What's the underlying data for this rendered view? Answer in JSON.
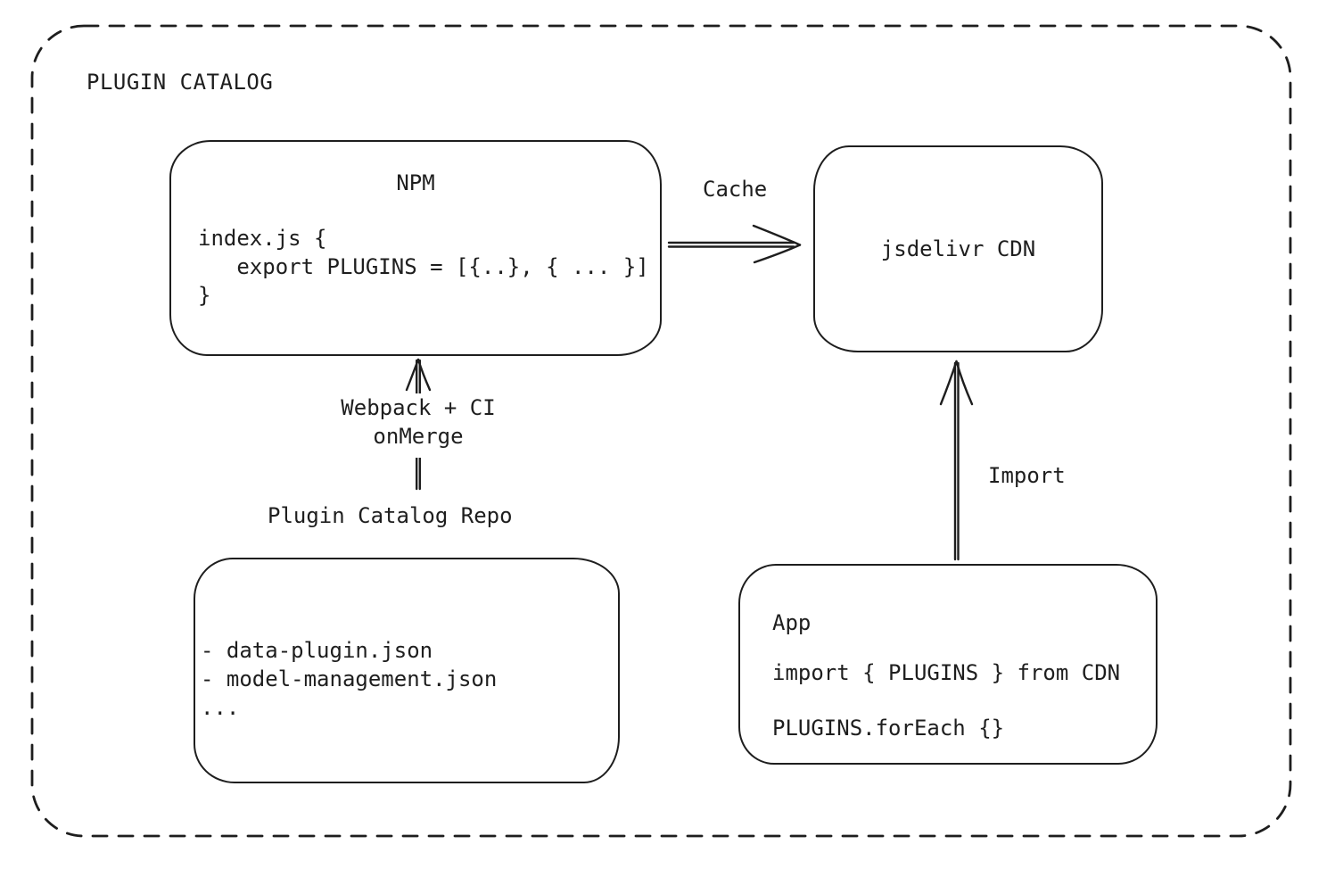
{
  "diagram": {
    "title": "PLUGIN CATALOG",
    "colors": {
      "stroke": "#1e1e1e",
      "background": "#ffffff"
    },
    "nodes": {
      "npm": {
        "title": "NPM",
        "code_lines": [
          "index.js {",
          "   export PLUGINS = [{..}, { ... }]",
          "}"
        ]
      },
      "cdn": {
        "label": "jsdelivr CDN"
      },
      "repo": {
        "label": "Plugin Catalog Repo",
        "files": [
          "- data-plugin.json",
          "- model-management.json",
          "..."
        ]
      },
      "app": {
        "title": "App",
        "code_lines": [
          "import { PLUGINS } from CDN",
          "PLUGINS.forEach {}"
        ]
      }
    },
    "edges": {
      "cache": {
        "label": "Cache"
      },
      "webpack": {
        "label_line1": "Webpack + CI",
        "label_line2": "onMerge"
      },
      "import": {
        "label": "Import"
      }
    }
  }
}
